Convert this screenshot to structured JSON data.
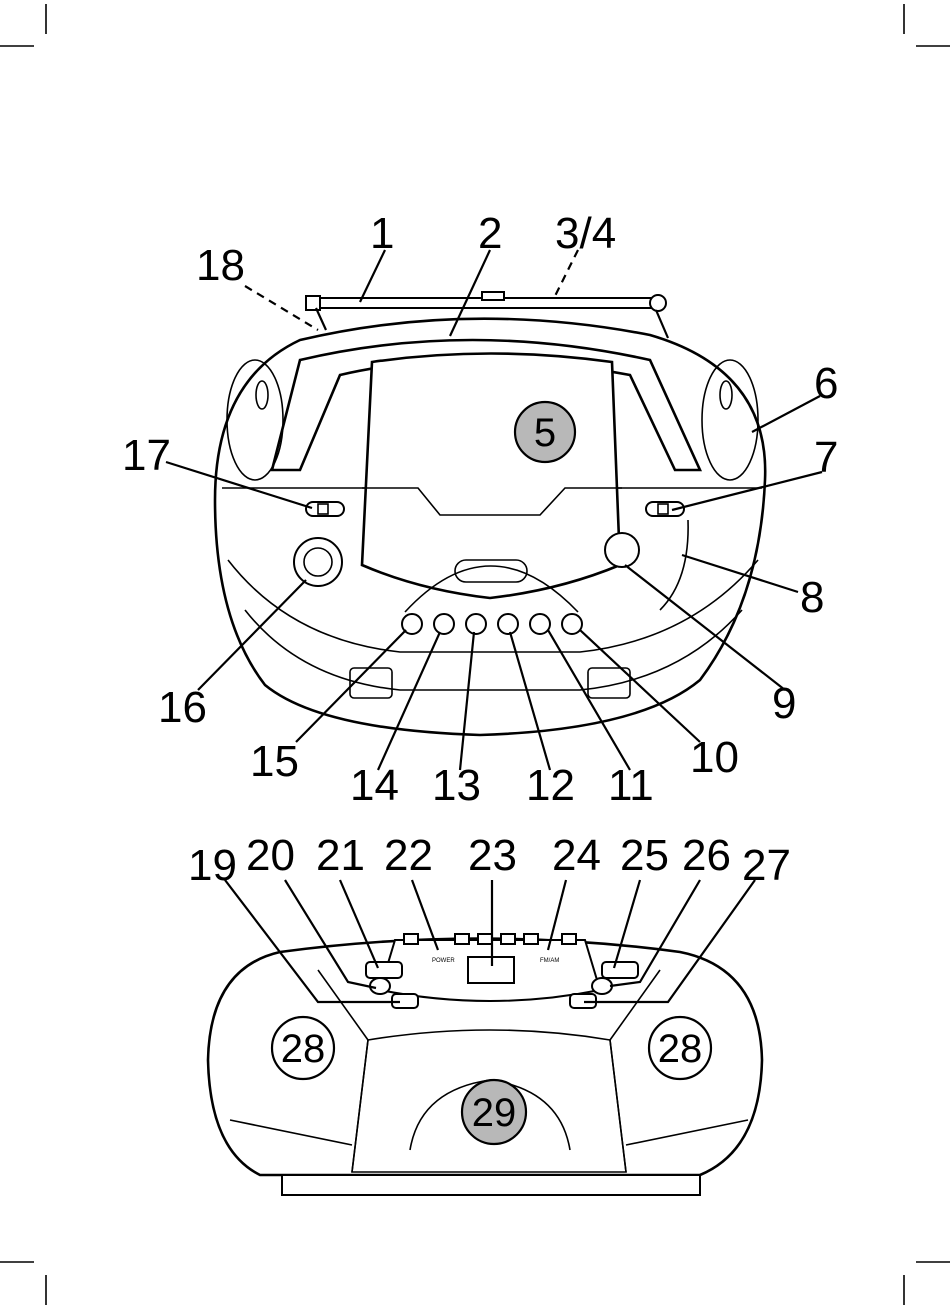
{
  "callouts_top": {
    "c1": "1",
    "c2": "2",
    "c3": "3/4",
    "c5": "5",
    "c6": "6",
    "c7": "7",
    "c8": "8",
    "c9": "9",
    "c10": "10",
    "c11": "11",
    "c12": "12",
    "c13": "13",
    "c14": "14",
    "c15": "15",
    "c16": "16",
    "c17": "17",
    "c18": "18"
  },
  "callouts_bottom": {
    "c19": "19",
    "c20": "20",
    "c21": "21",
    "c22": "22",
    "c23": "23",
    "c24": "24",
    "c25": "25",
    "c26": "26",
    "c27": "27",
    "c28a": "28",
    "c28b": "28",
    "c29": "29"
  },
  "panel_labels": {
    "power": "POWER",
    "mode": "FM/AM"
  },
  "colors": {
    "highlight_fill": "#b8b8b8",
    "line": "#000000",
    "background": "#ffffff"
  }
}
